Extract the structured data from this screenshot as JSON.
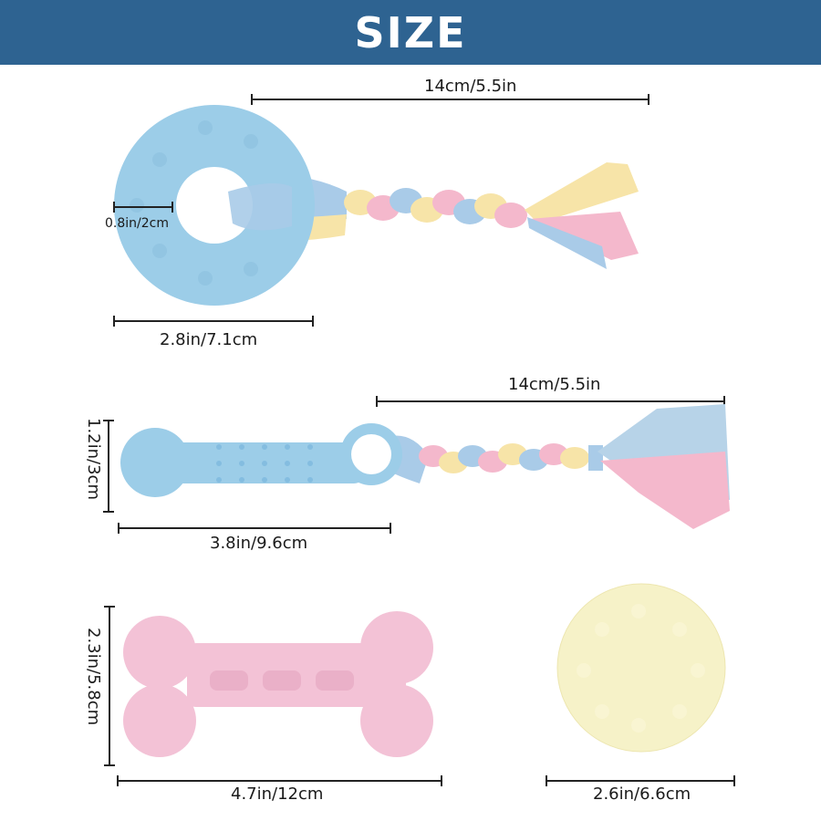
{
  "header": {
    "title": "SIZE",
    "background": "#2e6391"
  },
  "products": [
    {
      "name": "ring-rope-toy",
      "color": "#9ccde8",
      "dimensions": {
        "rope_length": "14cm/5.5in",
        "hole_diameter": "0.8in/2cm",
        "ring_diameter": "2.8in/7.1cm"
      }
    },
    {
      "name": "stick-rope-toy",
      "color": "#9ccde8",
      "dimensions": {
        "rope_length": "14cm/5.5in",
        "height": "1.2in/3cm",
        "stick_length": "3.8in/9.6cm"
      }
    },
    {
      "name": "bone-toy",
      "color": "#f3c2d6",
      "dimensions": {
        "height": "2.3in/5.8cm",
        "length": "4.7in/12cm"
      }
    },
    {
      "name": "spiky-ball-toy",
      "color": "#f6f2c8",
      "dimensions": {
        "diameter": "2.6in/6.6cm"
      }
    }
  ],
  "rope_colors": [
    "#a9cbe8",
    "#f4b8cc",
    "#f7e4a8"
  ]
}
